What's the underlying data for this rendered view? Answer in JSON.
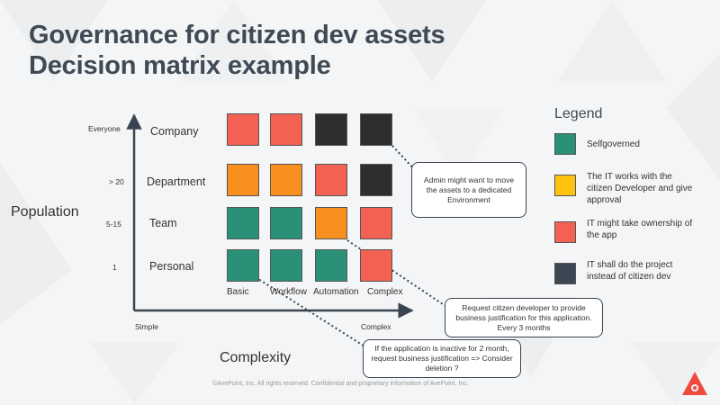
{
  "title": {
    "line1": "Governance for citizen dev assets",
    "line2": "Decision matrix example"
  },
  "axes": {
    "y_title": "Population",
    "x_title": "Complexity",
    "y_top": "Everyone",
    "x_left": "Simple",
    "x_right": "Complex"
  },
  "rows": [
    {
      "label": "Company",
      "population": "Everyone"
    },
    {
      "label": "Department",
      "population": "> 20"
    },
    {
      "label": "Team",
      "population": "5-15"
    },
    {
      "label": "Personal",
      "population": "1"
    }
  ],
  "columns": [
    "Basic",
    "Workflow",
    "Automation",
    "Complex"
  ],
  "matrix": [
    [
      "red",
      "red",
      "dark",
      "dark"
    ],
    [
      "orange",
      "orange",
      "red",
      "dark"
    ],
    [
      "green",
      "green",
      "orange",
      "red"
    ],
    [
      "green",
      "green",
      "green",
      "red"
    ]
  ],
  "colors": {
    "green": "#2a9078",
    "orange": "#f7901e",
    "red": "#f26152",
    "dark": "#2e2e2e",
    "yellow": "#ffc20e",
    "slate": "#3d4754"
  },
  "callouts": [
    "Admin might want to move the assets to a dedicated Environment",
    "Request citizen developer to provide business justification for this application. Every 3 months",
    "If the application is inactive for 2 month, request business justification => Consider deletion ?"
  ],
  "legend": {
    "title": "Legend",
    "items": [
      {
        "color": "green",
        "label": "Selfgoverned"
      },
      {
        "color": "yellow",
        "label": "The IT works with the citizen Developer and give approval"
      },
      {
        "color": "red",
        "label": "IT might take ownership of the app"
      },
      {
        "color": "slate",
        "label": "IT shall do the project instead of citizen dev"
      }
    ]
  },
  "footer": "©AvePoint, Inc. All rights reserved. Confidential and proprietary information of AvePoint, Inc.",
  "logo_icon": "avepoint-logo-icon"
}
